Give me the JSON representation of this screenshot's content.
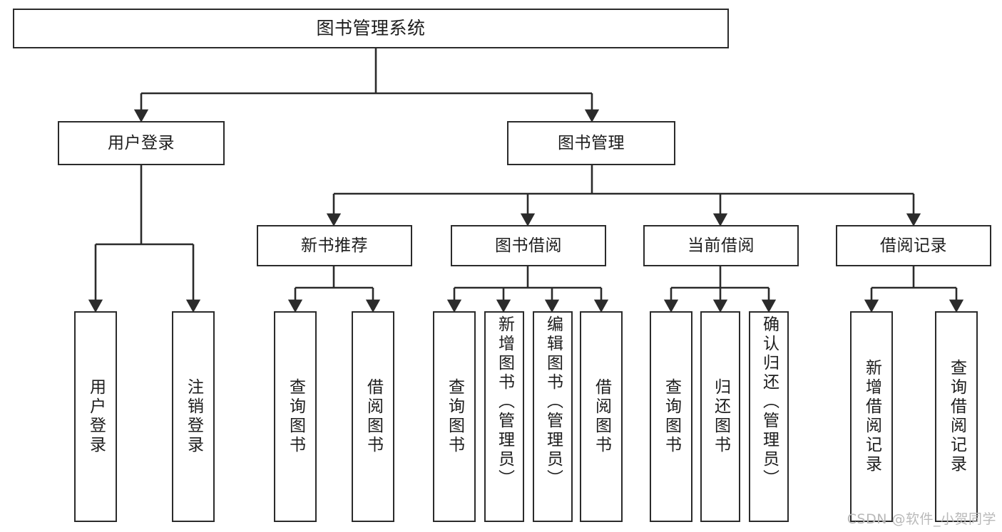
{
  "diagram": {
    "title": "图书管理系统",
    "type": "tree-hierarchy-diagram",
    "watermark": "CSDN @软件_小贺同学",
    "colors": {
      "stroke": "#2b2b2b",
      "fill": "#ffffff",
      "text": "#1d1d1d",
      "watermark": "#b9b9b9"
    },
    "root": {
      "label": "图书管理系统"
    },
    "level2": [
      {
        "label": "用户登录"
      },
      {
        "label": "图书管理"
      }
    ],
    "level3": [
      {
        "label": "新书推荐"
      },
      {
        "label": "图书借阅"
      },
      {
        "label": "当前借阅"
      },
      {
        "label": "借阅记录"
      }
    ],
    "leaves": {
      "user_login": [
        {
          "label": "用户登录"
        },
        {
          "label": "注销登录"
        }
      ],
      "new_book_recommend": [
        {
          "label": "查询图书"
        },
        {
          "label": "借阅图书"
        }
      ],
      "book_borrow": [
        {
          "label": "查询图书"
        },
        {
          "label": "新增图书（管理员）"
        },
        {
          "label": "编辑图书（管理员）"
        },
        {
          "label": "借阅图书"
        }
      ],
      "current_borrow": [
        {
          "label": "查询图书"
        },
        {
          "label": "归还图书"
        },
        {
          "label": "确认归还（管理员）"
        }
      ],
      "borrow_record": [
        {
          "label": "新增借阅记录"
        },
        {
          "label": "查询借阅记录"
        }
      ]
    }
  }
}
